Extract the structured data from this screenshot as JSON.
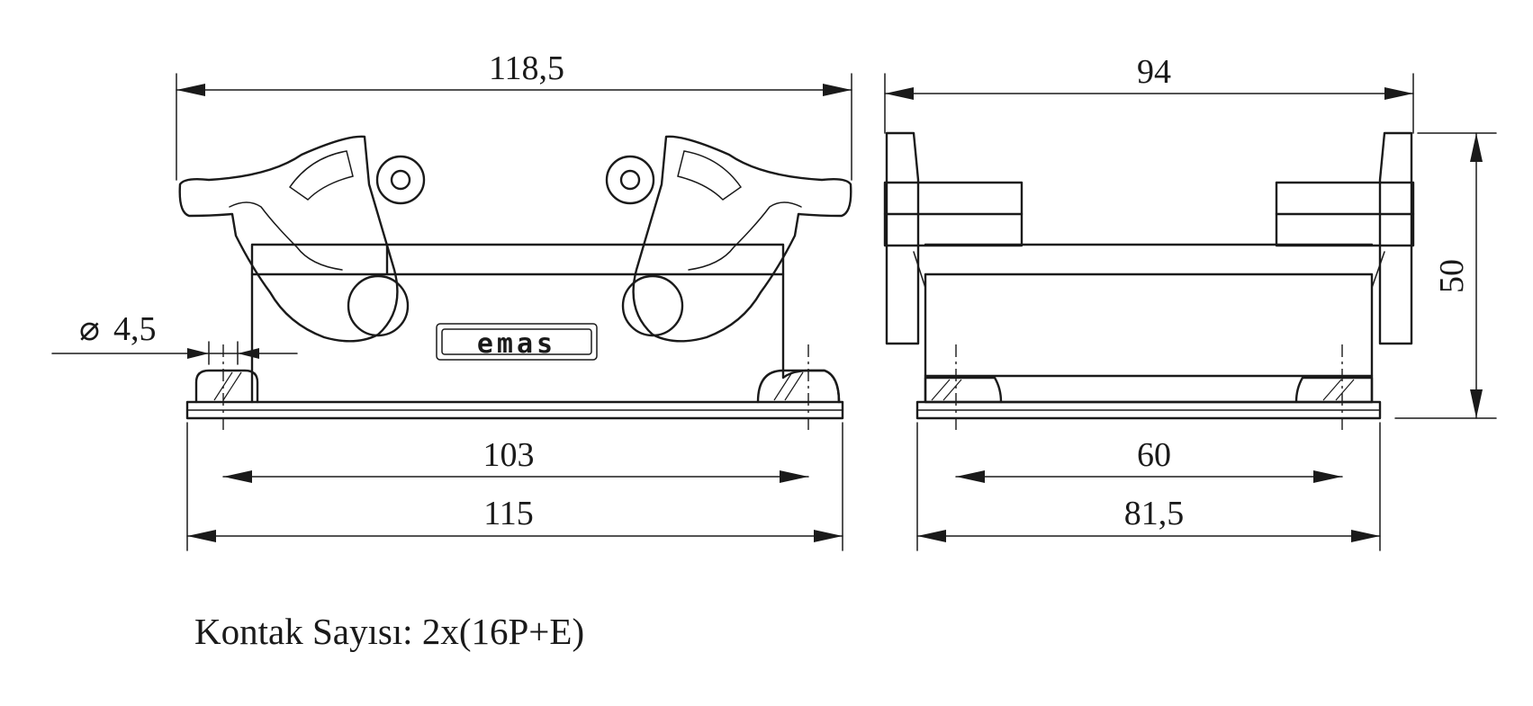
{
  "dimensions": {
    "overall_length": "118,5",
    "overall_width": "94",
    "hole_diameter": "4,5",
    "diameter_symbol": "⌀",
    "hole_spacing_length": "103",
    "base_length": "115",
    "hole_spacing_width": "60",
    "base_width": "81,5",
    "height": "50"
  },
  "logo": {
    "text": "emas"
  },
  "caption": {
    "text": "Kontak Sayısı: 2x(16P+E)"
  },
  "colors": {
    "ink": "#1a1a1a",
    "background": "#ffffff"
  }
}
